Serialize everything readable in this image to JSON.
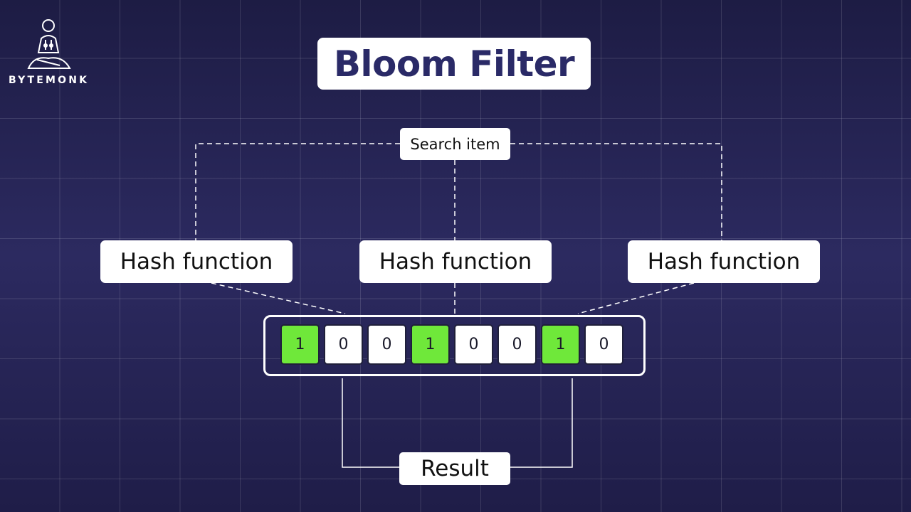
{
  "brand": {
    "name": "BYTEMONK",
    "logo_icon": "monk-icon"
  },
  "title": "Bloom Filter",
  "search_item": "Search item",
  "hash_functions": [
    {
      "label": "Hash function"
    },
    {
      "label": "Hash function"
    },
    {
      "label": "Hash function"
    }
  ],
  "bit_array": [
    {
      "value": "1",
      "set": true
    },
    {
      "value": "0",
      "set": false
    },
    {
      "value": "0",
      "set": false
    },
    {
      "value": "1",
      "set": true
    },
    {
      "value": "0",
      "set": false
    },
    {
      "value": "0",
      "set": false
    },
    {
      "value": "1",
      "set": true
    },
    {
      "value": "0",
      "set": false
    }
  ],
  "result": "Result",
  "colors": {
    "background": "#2c2a60",
    "title_text": "#2a2a67",
    "set_bit": "#6fe83a",
    "box": "#ffffff"
  }
}
